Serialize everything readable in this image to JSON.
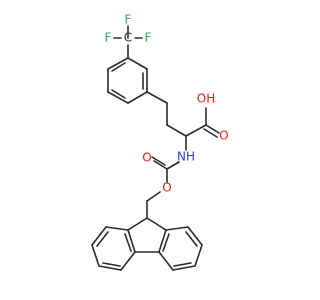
{
  "structure": {
    "atoms": {
      "F_top": "F",
      "F_left": "F",
      "F_right": "F",
      "C_cf3": "C",
      "OH": "OH",
      "O_carbonyl_acid": "O",
      "NH": "NH",
      "O_carbonyl_carbamate": "O",
      "O_ester": "O"
    },
    "colors": {
      "bond": "#2b2b2b",
      "carbon": "#2b2b2b",
      "fluorine": "#3aa657",
      "oxygen": "#e02020",
      "nitrogen": "#2f3bd0"
    }
  }
}
